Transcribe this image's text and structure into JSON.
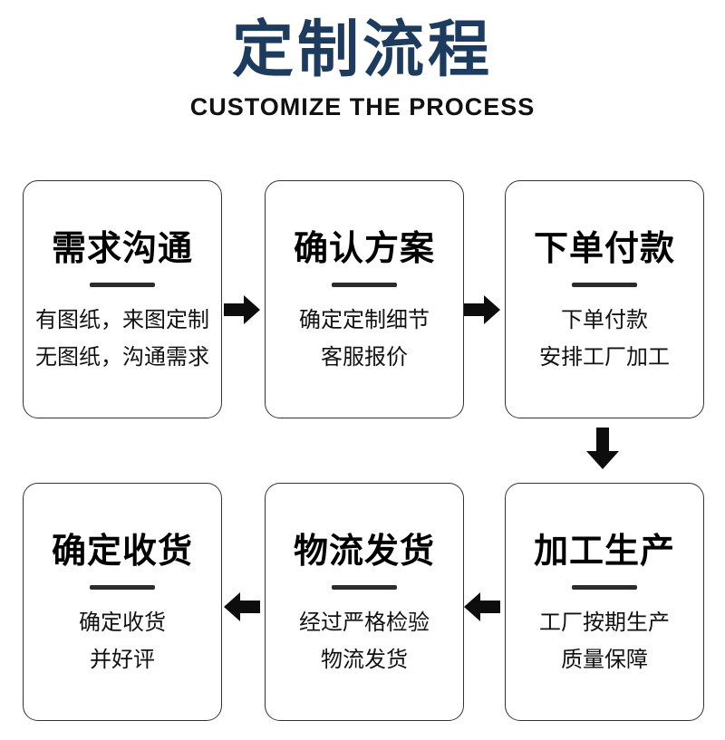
{
  "header": {
    "title": "定制流程",
    "subtitle": "CUSTOMIZE THE PROCESS",
    "title_color": "#1c3b5e",
    "subtitle_color": "#111111"
  },
  "steps": [
    {
      "title": "需求沟通",
      "lines": [
        "有图纸，来图定制",
        "无图纸，沟通需求"
      ]
    },
    {
      "title": "确认方案",
      "lines": [
        "确定定制细节",
        "客服报价"
      ]
    },
    {
      "title": "下单付款",
      "lines": [
        "下单付款",
        "安排工厂加工"
      ]
    },
    {
      "title": "加工生产",
      "lines": [
        "工厂按期生产",
        "质量保障"
      ]
    },
    {
      "title": "物流发货",
      "lines": [
        "经过严格检验",
        "物流发货"
      ]
    },
    {
      "title": "确定收货",
      "lines": [
        "确定收货",
        "并好评"
      ]
    }
  ],
  "arrows": [
    {
      "name": "step1-to-step2",
      "direction": "right"
    },
    {
      "name": "step2-to-step3",
      "direction": "right"
    },
    {
      "name": "step3-to-step4",
      "direction": "down"
    },
    {
      "name": "step4-to-step5",
      "direction": "left"
    },
    {
      "name": "step5-to-step6",
      "direction": "left"
    }
  ],
  "style": {
    "box_border_color": "#333333",
    "divider_color": "#2b2b2b",
    "arrow_color": "#0d0d0d",
    "background": "#ffffff"
  }
}
